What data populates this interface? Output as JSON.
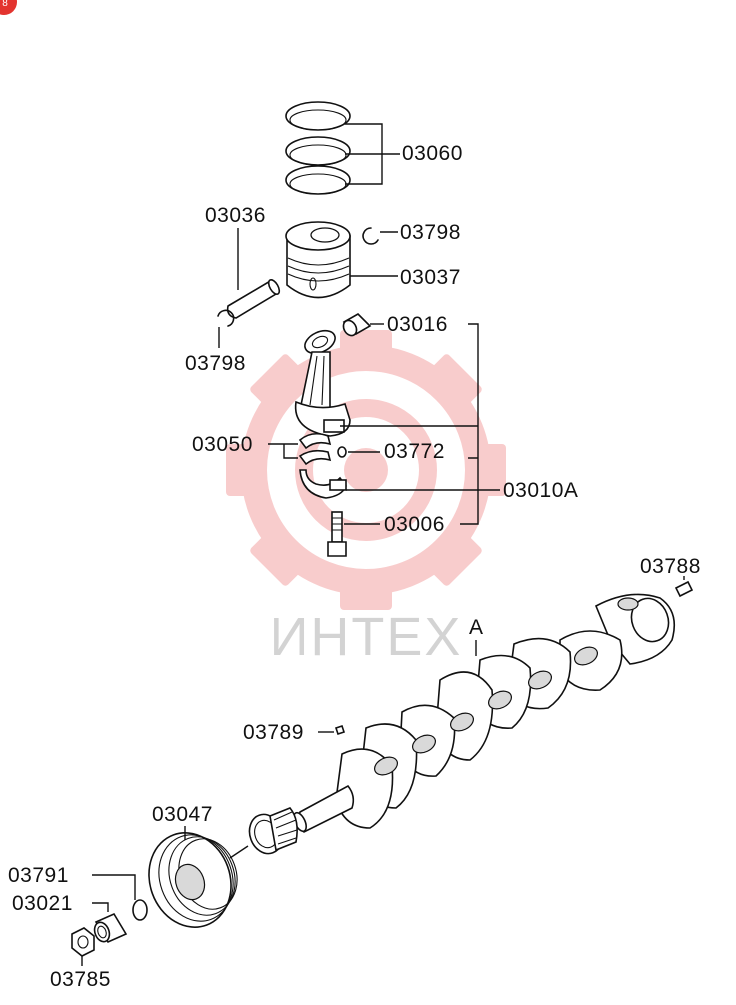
{
  "badge": {
    "text": "8",
    "color": "#e3342f"
  },
  "watermark": {
    "text": "ИНТЕХ",
    "gear_color": "#f3a3a3",
    "text_color": "#c9c9c9"
  },
  "parts": {
    "p03060": "03060",
    "p03036": "03036",
    "p03798_top": "03798",
    "p03037": "03037",
    "p03798_left": "03798",
    "p03016": "03016",
    "p03050": "03050",
    "p03772": "03772",
    "p03010A": "03010A",
    "p03006": "03006",
    "p03788": "03788",
    "pA": "A",
    "p03789": "03789",
    "p03047": "03047",
    "p03791": "03791",
    "p03021": "03021",
    "p03785": "03785"
  }
}
